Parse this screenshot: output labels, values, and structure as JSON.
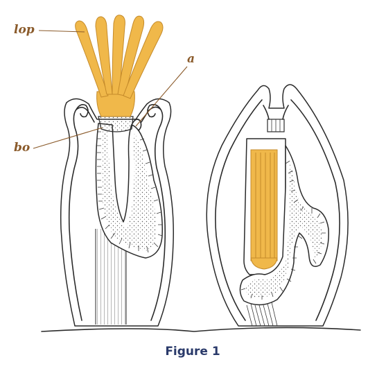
{
  "labels": {
    "lop": "lop",
    "a": "a",
    "bo": "bo"
  },
  "caption": "Figure 1",
  "colors": {
    "lophophore": "#f0b84a",
    "outline": "#2a2a2a",
    "label": "#8a5a2a",
    "caption": "#2a3a6a",
    "stipple": "#555555"
  }
}
